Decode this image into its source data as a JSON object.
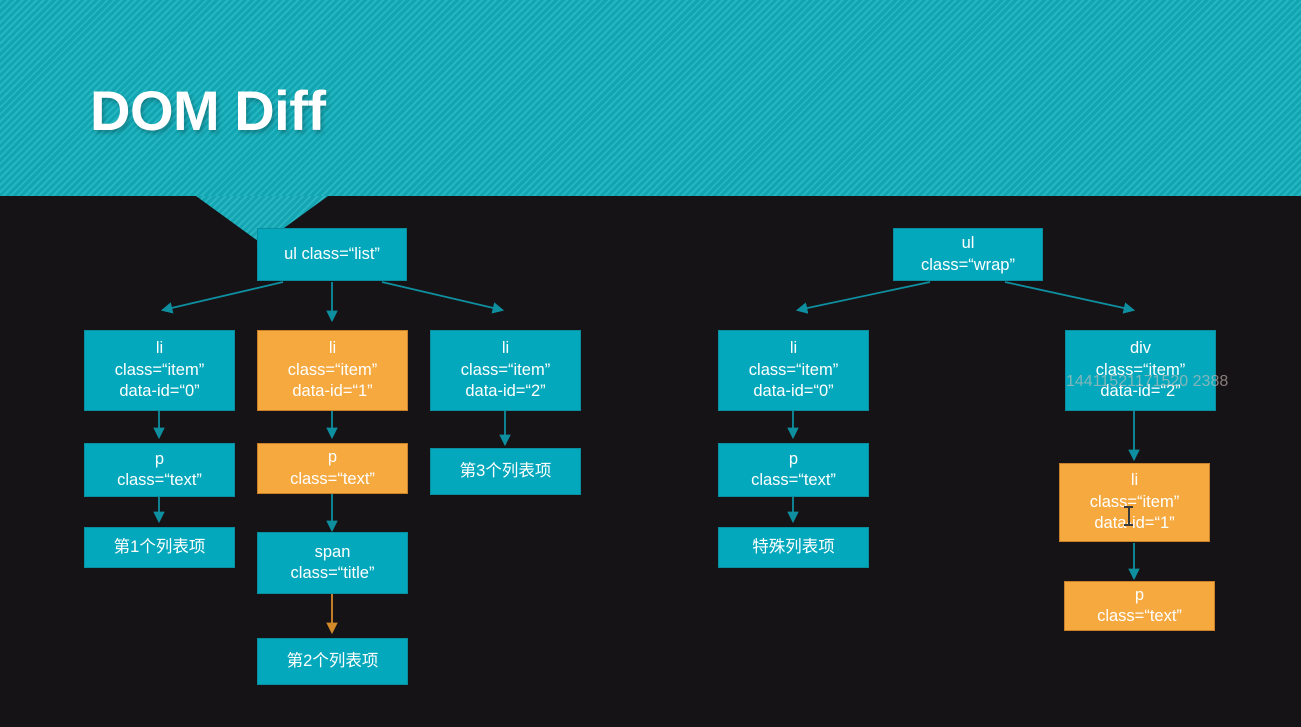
{
  "slide": {
    "title": "DOM Diff",
    "background_color": "#161317",
    "banner_color": "#12AFBC",
    "node_teal_color": "#03A8BC",
    "node_orange_color": "#F5A93F",
    "watermark": "14411521171520 2388"
  },
  "left_tree": {
    "root": {
      "label": "ul class=“list”"
    },
    "nodes": [
      {
        "id": "l-li0",
        "label": "li\nclass=“item”\ndata-id=“0”",
        "color": "teal"
      },
      {
        "id": "l-li1",
        "label": "li\nclass=“item”\ndata-id=“1”",
        "color": "orange"
      },
      {
        "id": "l-li2",
        "label": "li\nclass=“item”\ndata-id=“2”",
        "color": "teal"
      },
      {
        "id": "l-p0",
        "label": "p\nclass=“text”",
        "color": "teal"
      },
      {
        "id": "l-p1",
        "label": "p\nclass=“text”",
        "color": "orange"
      },
      {
        "id": "l-text3",
        "label": "第3个列表项",
        "color": "teal"
      },
      {
        "id": "l-text1",
        "label": "第1个列表项",
        "color": "teal"
      },
      {
        "id": "l-span",
        "label": "span\nclass=“title”",
        "color": "teal"
      },
      {
        "id": "l-text2",
        "label": "第2个列表项",
        "color": "teal"
      }
    ]
  },
  "right_tree": {
    "root": {
      "label": "ul\nclass=“wrap”"
    },
    "nodes": [
      {
        "id": "r-li0",
        "label": "li\nclass=“item”\ndata-id=“0”",
        "color": "teal"
      },
      {
        "id": "r-div",
        "label": "div\nclass=“item”\ndata-id=“2”",
        "color": "teal"
      },
      {
        "id": "r-p0",
        "label": "p\nclass=“text”",
        "color": "teal"
      },
      {
        "id": "r-text",
        "label": "特殊列表项",
        "color": "teal"
      },
      {
        "id": "r-li1",
        "label": "li\nclass=“item”\ndata-id=“1”",
        "color": "orange"
      },
      {
        "id": "r-p1",
        "label": "p\nclass=“text”",
        "color": "orange"
      }
    ]
  }
}
